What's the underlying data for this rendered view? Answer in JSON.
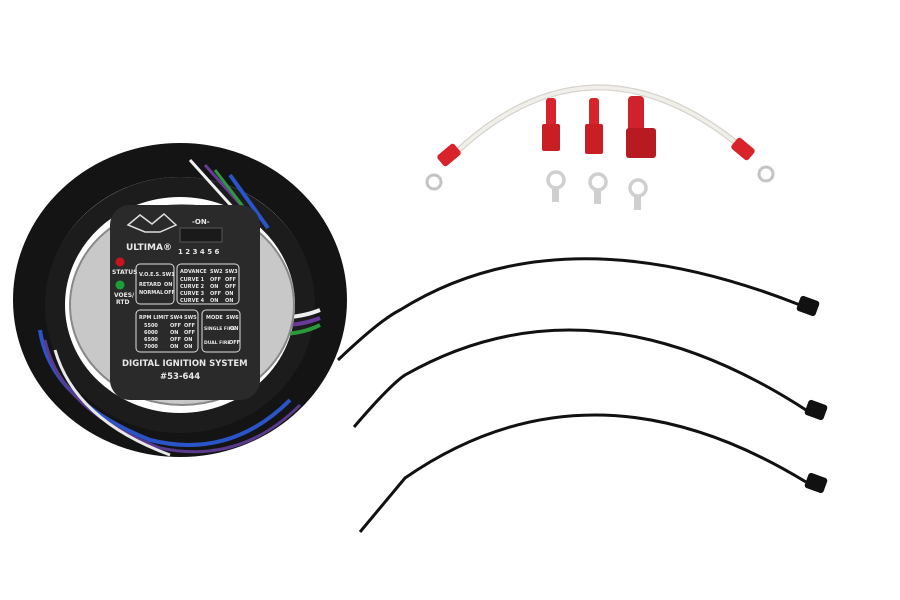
{
  "scene": {
    "background": "#ffffff",
    "description": "Ignition module kit with wiring, connectors, ring terminals and cable ties"
  },
  "module": {
    "brand": "ULTIMA®",
    "on_label": "-ON-",
    "switch_numbers": "1 2 3 4 5 6",
    "led_status": "STATUS",
    "led_vues": "VOES/",
    "led_rtd": "RTD",
    "title": "DIGITAL IGNITION SYSTEM",
    "part_number": "#53-644",
    "voes_table": {
      "headers": [
        "V.O.E.S.",
        "SW1"
      ],
      "rows": [
        [
          "RETARD",
          "ON"
        ],
        [
          "NORMAL",
          "OFF"
        ]
      ]
    },
    "advance_table": {
      "headers": [
        "ADVANCE",
        "SW2",
        "SW3"
      ],
      "rows": [
        [
          "CURVE 1",
          "OFF",
          "OFF"
        ],
        [
          "CURVE 2",
          "ON",
          "OFF"
        ],
        [
          "CURVE 3",
          "OFF",
          "ON"
        ],
        [
          "CURVE 4",
          "ON",
          "ON"
        ]
      ]
    },
    "rpm_table": {
      "headers": [
        "RPM LIMIT",
        "SW4",
        "SW5"
      ],
      "rows": [
        [
          "5500",
          "OFF",
          "OFF"
        ],
        [
          "6000",
          "ON",
          "OFF"
        ],
        [
          "6500",
          "OFF",
          "ON"
        ],
        [
          "7000",
          "ON",
          "ON"
        ]
      ]
    },
    "mode_table": {
      "headers": [
        "MODE",
        "SW6"
      ],
      "rows": [
        [
          "SINGLE FIRE",
          "ON"
        ],
        [
          "DUAL FIRE",
          "OFF"
        ]
      ]
    }
  },
  "colors": {
    "sleeve": "#141414",
    "plate": "#c8c8c8",
    "face": "#2a2a2a",
    "red_connector": "#d8232a",
    "white_wire": "#eeece6",
    "tie": "#111111",
    "led_red": "#c8141e",
    "led_green": "#1e9e3a"
  }
}
